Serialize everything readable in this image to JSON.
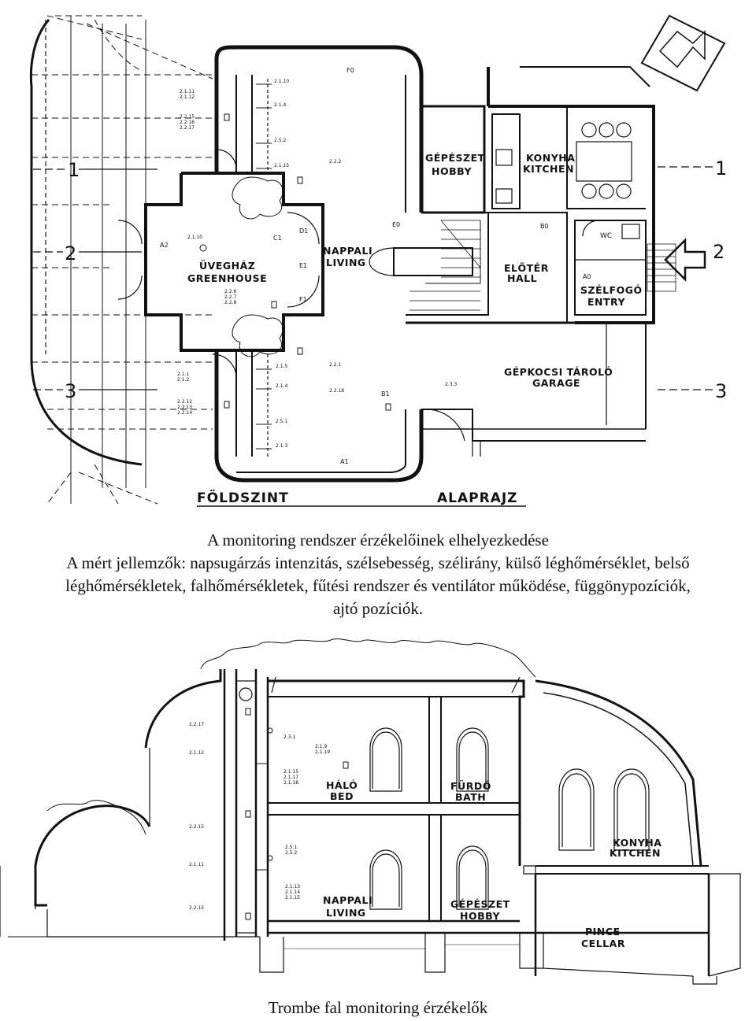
{
  "floor_plan": {
    "title_left": "FÖLDSZINT",
    "title_right": "ALAPRAJZ",
    "rooms": {
      "hobby_hu": "GÉPÉSZET",
      "hobby_en": "HOBBY",
      "kitchen_hu": "KONYHA",
      "kitchen_en": "KITCHEN",
      "greenhouse_hu": "ÜVEGHÁZ",
      "greenhouse_en": "GREENHOUSE",
      "living_hu": "NAPPALI",
      "living_en": "LIVING",
      "hall_hu": "ELŐTÉR",
      "hall_en": "HALL",
      "wc": "WC",
      "entry_hu": "SZÉLFOGÓ",
      "entry_en": "ENTRY",
      "garage_hu": "GÉPKOCSI TÁROLÓ",
      "garage_en": "GARAGE"
    },
    "markers": {
      "f0": "F0",
      "e0": "E0",
      "b0": "B0",
      "a0": "A0",
      "a1": "A1",
      "a2": "A2",
      "b1": "B1",
      "c1": "C1",
      "d1": "D1",
      "e1": "E1",
      "f1": "F1"
    },
    "axes": {
      "a1": "1",
      "a2": "2",
      "a3": "3"
    },
    "sensors": {
      "s211_212": "2.1.11\n2.1.12",
      "s2215_17": "2.2.15\n2.2.16\n2.2.17",
      "s2110": "2.1.10",
      "s214": "2.1.4",
      "s252": "2.5.2",
      "s2115": "2.1.15",
      "s222": "2.2.2",
      "s2110g": "2.1.10",
      "s226_8": "2.2.6\n2.2.7\n2.2.8",
      "s211": "2.1.1\n2.1.2",
      "s2212_14": "2.2.12\n2.2.13\n2.2.14",
      "s215": "2.1.5",
      "s221": "2.2.1",
      "s214b": "2.1.4",
      "s2218": "2.2.18",
      "s251": "2.5.1",
      "s213": "2.1.3",
      "s233": "2.3.3"
    }
  },
  "caption_top": {
    "line1": "A monitoring rendszer érzékelőinek elhelyezkedése",
    "line2": "A mért jellemzők: napsugárzás intenzitás, szélsebesség, szélirány, külső léghőmérséklet, belső",
    "line3": "léghőmérsékletek, falhőmérsékletek, fűtési rendszer és ventilátor működése, függönypozíciók,",
    "line4": "ajtó pozíciók."
  },
  "section": {
    "rooms": {
      "bed_hu": "HÁLÓ",
      "bed_en": "BED",
      "bath_hu": "FÜRDŐ",
      "bath_en": "BATH",
      "kitchen_hu": "KONYHA",
      "kitchen_en": "KITCHEN",
      "living_hu": "NAPPALI",
      "living_en": "LIVING",
      "hobby_hu": "GÉPÉSZET",
      "hobby_en": "HOBBY",
      "cellar_hu": "PINCE",
      "cellar_en": "CELLAR"
    },
    "sensors": {
      "s2217": "2.2.17",
      "s231": "2.3.1",
      "s219_19": "2.1.9\n2.1.19",
      "s2112": "2.1.12",
      "s2115_18": "2.1.15\n2.1.17\n2.1.18",
      "s2215": "2.2.15",
      "s251_2": "2.5.1\n2.5.2",
      "s2111": "2.1.11",
      "s2113_15": "2.1.13\n2.1.14\n2.1.15",
      "s2215b": "2.2.15"
    }
  },
  "caption_bottom": "Trombe fal monitoring érzékelők"
}
